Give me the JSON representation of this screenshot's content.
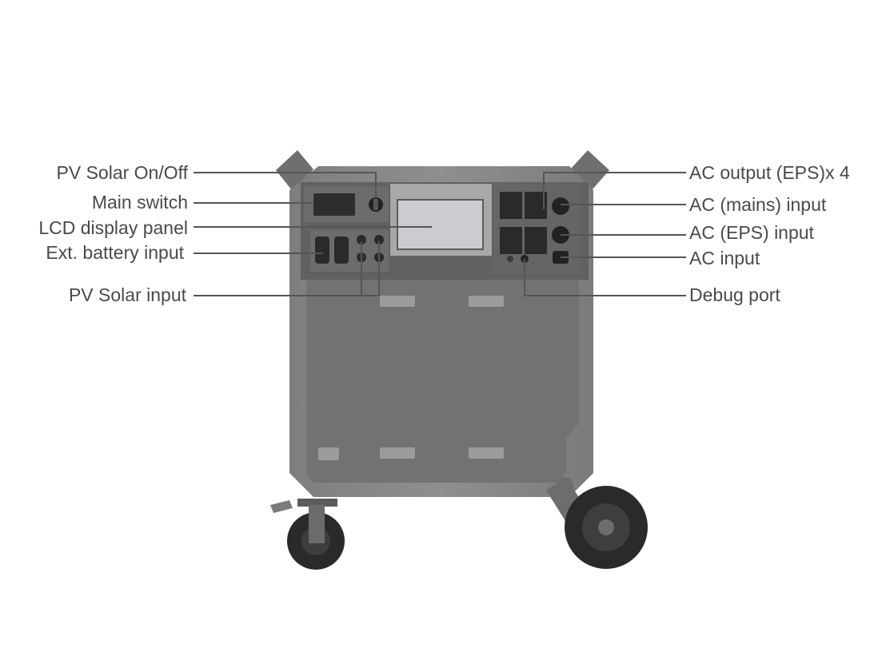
{
  "diagram": {
    "left_labels": [
      {
        "id": "pv-solar-on-off",
        "text": "PV Solar On/Off"
      },
      {
        "id": "main-switch",
        "text": "Main switch"
      },
      {
        "id": "lcd-display-panel",
        "text": "LCD display panel"
      },
      {
        "id": "ext-battery-input",
        "text": "Ext. battery input"
      },
      {
        "id": "pv-solar-input",
        "text": "PV Solar input"
      }
    ],
    "right_labels": [
      {
        "id": "ac-output-eps",
        "text": "AC output (EPS)x 4"
      },
      {
        "id": "ac-mains-input",
        "text": "AC (mains) input"
      },
      {
        "id": "ac-eps-input",
        "text": "AC (EPS) input"
      },
      {
        "id": "ac-input",
        "text": "AC input"
      },
      {
        "id": "debug-port",
        "text": "Debug port"
      }
    ],
    "colors": {
      "body": "#8d8d8f",
      "panel": "#5f6062",
      "dark": "#2b2b2d",
      "wheel": "#2a2a2c",
      "line": "#555555",
      "text": "#4a4a4a"
    }
  }
}
